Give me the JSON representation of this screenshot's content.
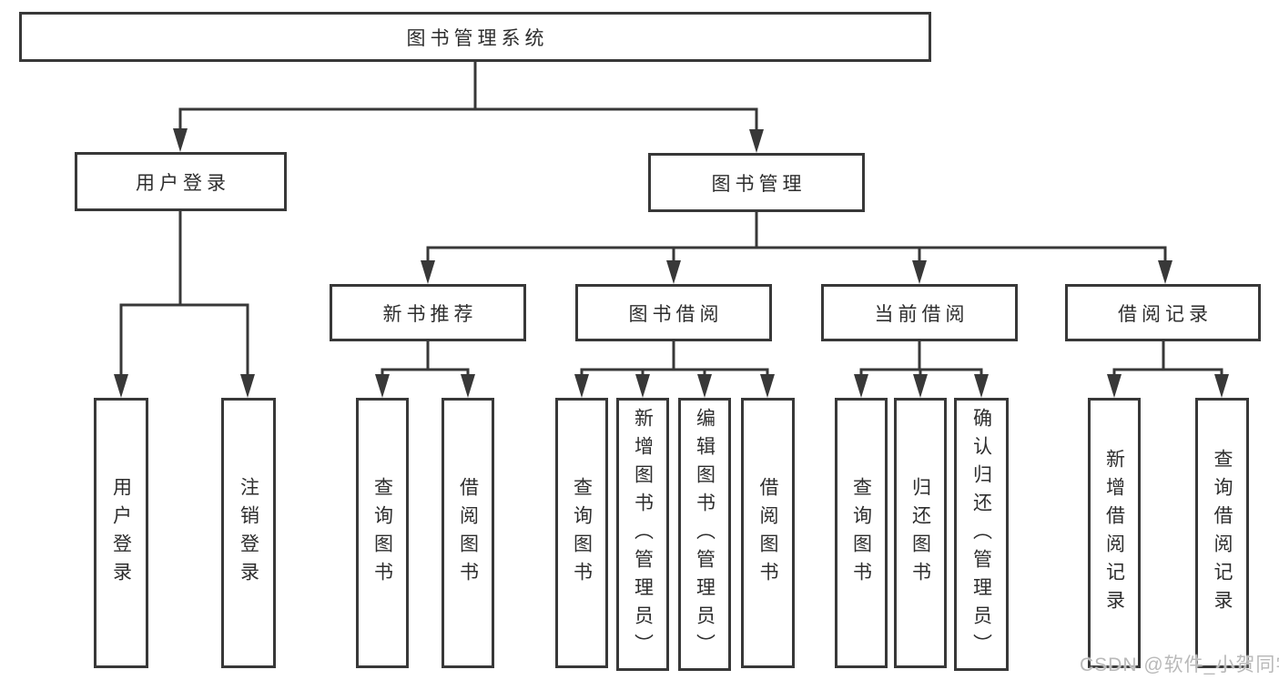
{
  "diagram": {
    "root": {
      "label": "图书管理系统"
    },
    "login": {
      "label": "用户登录",
      "children": [
        {
          "label": "用户登录"
        },
        {
          "label": "注销登录"
        }
      ]
    },
    "management": {
      "label": "图书管理",
      "groups": [
        {
          "label": "新书推荐",
          "children": [
            {
              "label": "查询图书"
            },
            {
              "label": "借阅图书"
            }
          ]
        },
        {
          "label": "图书借阅",
          "children": [
            {
              "label": "查询图书"
            },
            {
              "label": "新增图书（管理员）"
            },
            {
              "label": "编辑图书（管理员）"
            },
            {
              "label": "借阅图书"
            }
          ]
        },
        {
          "label": "当前借阅",
          "children": [
            {
              "label": "查询图书"
            },
            {
              "label": "归还图书"
            },
            {
              "label": "确认归还（管理员）"
            }
          ]
        },
        {
          "label": "借阅记录",
          "children": [
            {
              "label": "新增借阅记录"
            },
            {
              "label": "查询借阅记录"
            }
          ]
        }
      ]
    }
  },
  "watermark": {
    "text": "CSDN @软件_小贺同学"
  },
  "colors": {
    "line": "#383838",
    "text": "#2e2e2e",
    "watermark": "#b9b9b9"
  }
}
